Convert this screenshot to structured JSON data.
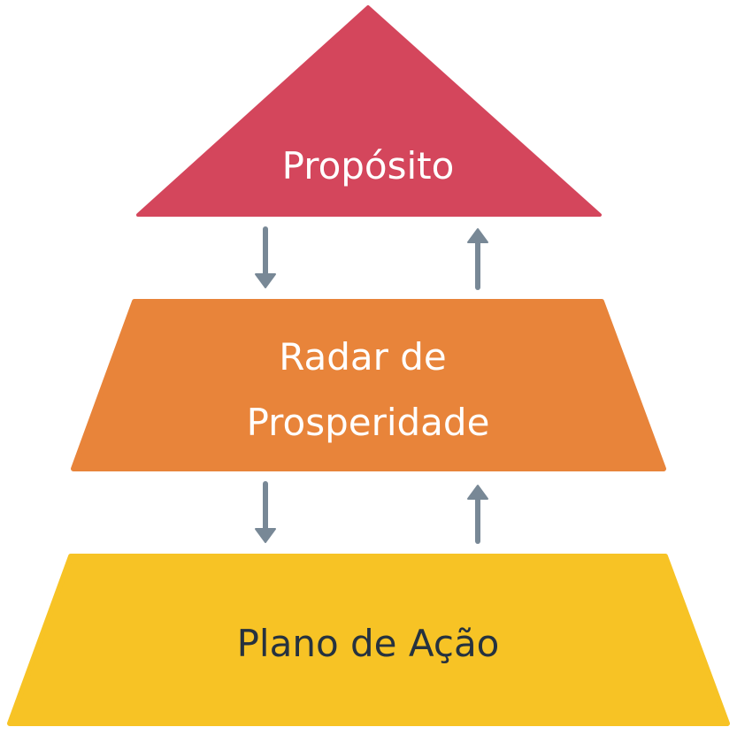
{
  "levels": {
    "top": {
      "label": "Propósito",
      "color": "#D4465C",
      "text_color": "#FFFFFF"
    },
    "middle": {
      "line1": "Radar de",
      "line2": "Prosperidade",
      "color": "#E8843A",
      "text_color": "#FFFFFF"
    },
    "bottom": {
      "label": "Plano de Ação",
      "color": "#F7C325",
      "text_color": "#26323F"
    }
  },
  "arrow_color": "#788896",
  "arrows": [
    {
      "from": "Propósito",
      "to": "Radar de Prosperidade",
      "direction": "down"
    },
    {
      "from": "Radar de Prosperidade",
      "to": "Propósito",
      "direction": "up"
    },
    {
      "from": "Radar de Prosperidade",
      "to": "Plano de Ação",
      "direction": "down"
    },
    {
      "from": "Plano de Ação",
      "to": "Radar de Prosperidade",
      "direction": "up"
    }
  ]
}
